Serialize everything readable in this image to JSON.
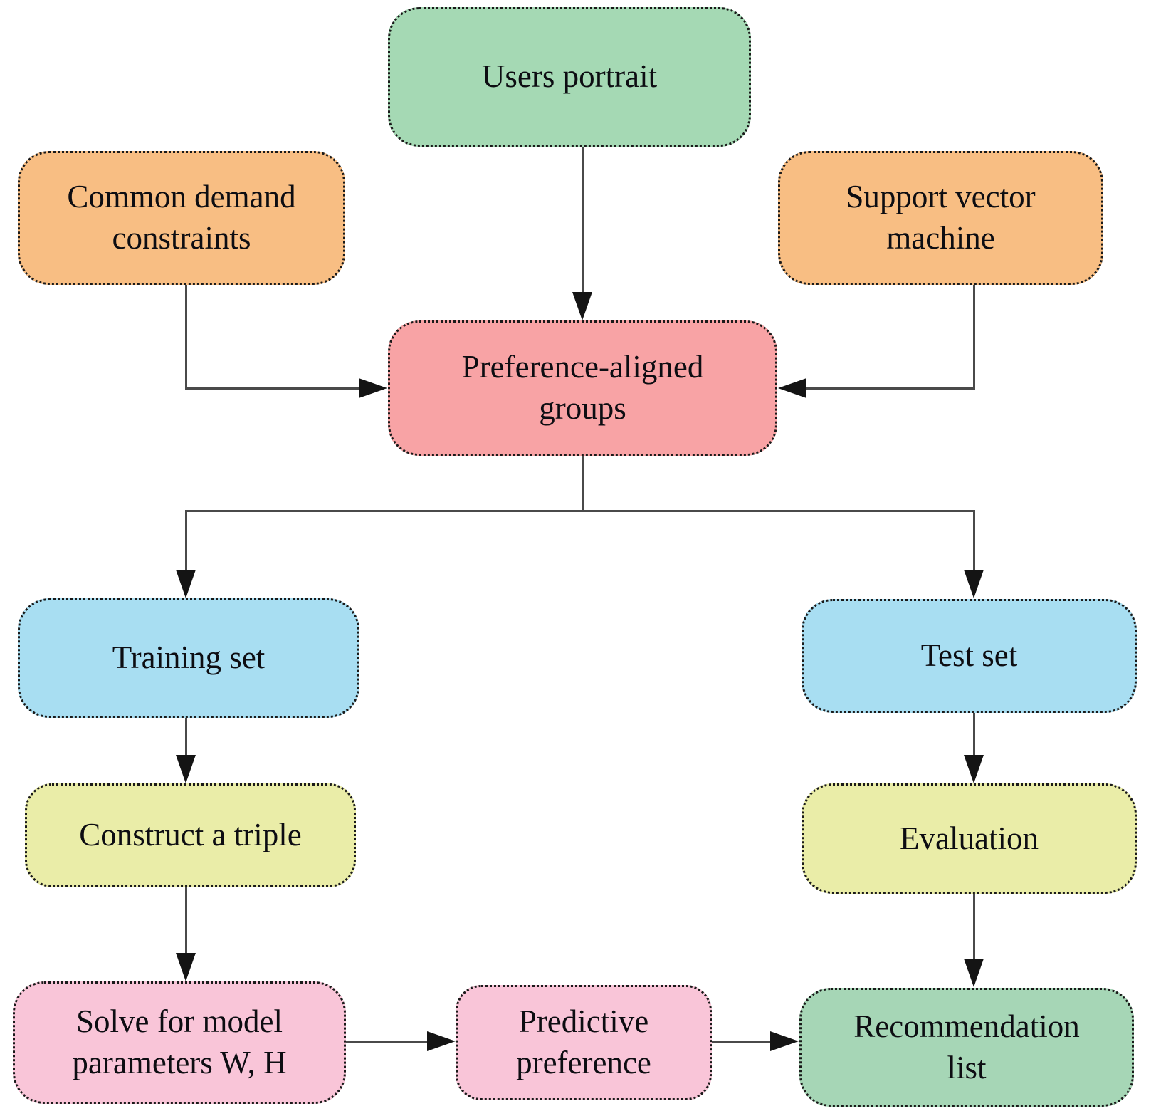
{
  "diagram": {
    "type": "flowchart",
    "background_color": "#ffffff",
    "line_color": "#4a4a4a",
    "arrowhead_color": "#141414",
    "node_border_color": "#1a1a1a",
    "text_color": "#0d0d12",
    "nodes": [
      {
        "id": "users-portrait",
        "label": "Users portrait",
        "lines": [
          "Users portrait"
        ],
        "color": "#a5d9b4"
      },
      {
        "id": "common-demand-constraints",
        "label": "Common demand constraints",
        "lines": [
          "Common demand",
          "constraints"
        ],
        "color": "#f8be83"
      },
      {
        "id": "support-vector-machine",
        "label": "Support vector machine",
        "lines": [
          "Support vector",
          "machine"
        ],
        "color": "#f8be83"
      },
      {
        "id": "preference-aligned-groups",
        "label": "Preference-aligned groups",
        "lines": [
          "Preference-aligned",
          "groups"
        ],
        "color": "#f8a3a5"
      },
      {
        "id": "training-set",
        "label": "Training set",
        "lines": [
          "Training set"
        ],
        "color": "#a8def2"
      },
      {
        "id": "test-set",
        "label": "Test set",
        "lines": [
          "Test set"
        ],
        "color": "#a8def2"
      },
      {
        "id": "construct-a-triple",
        "label": "Construct a triple",
        "lines": [
          "Construct a triple"
        ],
        "color": "#eaeda8"
      },
      {
        "id": "evaluation",
        "label": "Evaluation",
        "lines": [
          "Evaluation"
        ],
        "color": "#eaeda8"
      },
      {
        "id": "solve-for-model-parameters",
        "label": "Solve for model parameters W, H",
        "lines": [
          "Solve for model",
          "parameters W, H"
        ],
        "color": "#f9c5d8"
      },
      {
        "id": "predictive-preference",
        "label": "Predictive preference",
        "lines": [
          "Predictive",
          "preference"
        ],
        "color": "#f9c5d8"
      },
      {
        "id": "recommendation-list",
        "label": "Recommendation list",
        "lines": [
          "Recommendation",
          "list"
        ],
        "color": "#a6d6b6"
      }
    ],
    "edges": [
      {
        "from": "users-portrait",
        "to": "preference-aligned-groups"
      },
      {
        "from": "common-demand-constraints",
        "to": "preference-aligned-groups"
      },
      {
        "from": "support-vector-machine",
        "to": "preference-aligned-groups"
      },
      {
        "from": "preference-aligned-groups",
        "to": "training-set"
      },
      {
        "from": "preference-aligned-groups",
        "to": "test-set"
      },
      {
        "from": "training-set",
        "to": "construct-a-triple"
      },
      {
        "from": "construct-a-triple",
        "to": "solve-for-model-parameters"
      },
      {
        "from": "solve-for-model-parameters",
        "to": "predictive-preference"
      },
      {
        "from": "predictive-preference",
        "to": "recommendation-list"
      },
      {
        "from": "test-set",
        "to": "evaluation"
      },
      {
        "from": "evaluation",
        "to": "recommendation-list"
      }
    ]
  }
}
